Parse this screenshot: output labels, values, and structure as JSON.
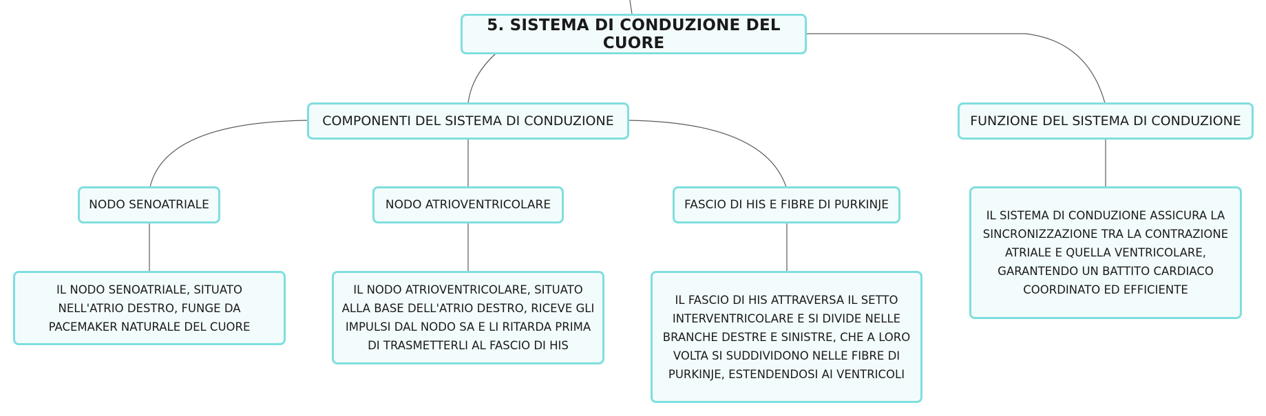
{
  "root": {
    "label": "5. SISTEMA DI CONDUZIONE DEL CUORE"
  },
  "components": {
    "label": "COMPONENTI DEL SISTEMA DI CONDUZIONE",
    "children": [
      {
        "label": "NODO SENOATRIALE",
        "detail": "IL NODO SENOATRIALE, SITUATO NELL'ATRIO DESTRO, FUNGE DA PACEMAKER NATURALE DEL CUORE"
      },
      {
        "label": "NODO ATRIOVENTRICOLARE",
        "detail": "IL NODO ATRIOVENTRICOLARE, SITUATO ALLA BASE DELL'ATRIO DESTRO, RICEVE GLI IMPULSI DAL NODO SA E LI RITARDA PRIMA DI TRASMETTERLI AL FASCIO DI HIS"
      },
      {
        "label": "FASCIO DI HIS E FIBRE DI PURKINJE",
        "detail": "IL FASCIO DI HIS ATTRAVERSA IL SETTO INTERVENTRICOLARE E SI DIVIDE NELLE BRANCHE DESTRE E SINISTRE, CHE A LORO VOLTA SI SUDDIVIDONO NELLE FIBRE DI PURKINJE, ESTENDENDOSI AI VENTRICOLI"
      }
    ]
  },
  "function": {
    "label": "FUNZIONE DEL SISTEMA DI CONDUZIONE",
    "detail": "IL SISTEMA DI CONDUZIONE ASSICURA LA SINCRONIZZAZIONE TRA LA CONTRAZIONE ATRIALE E QUELLA VENTRICOLARE, GARANTENDO UN BATTITO CARDIACO COORDINATO ED EFFICIENTE"
  },
  "colors": {
    "node_border": "#7fdede",
    "node_fill": "#f3fcfc",
    "connector": "#5a5a5a"
  }
}
